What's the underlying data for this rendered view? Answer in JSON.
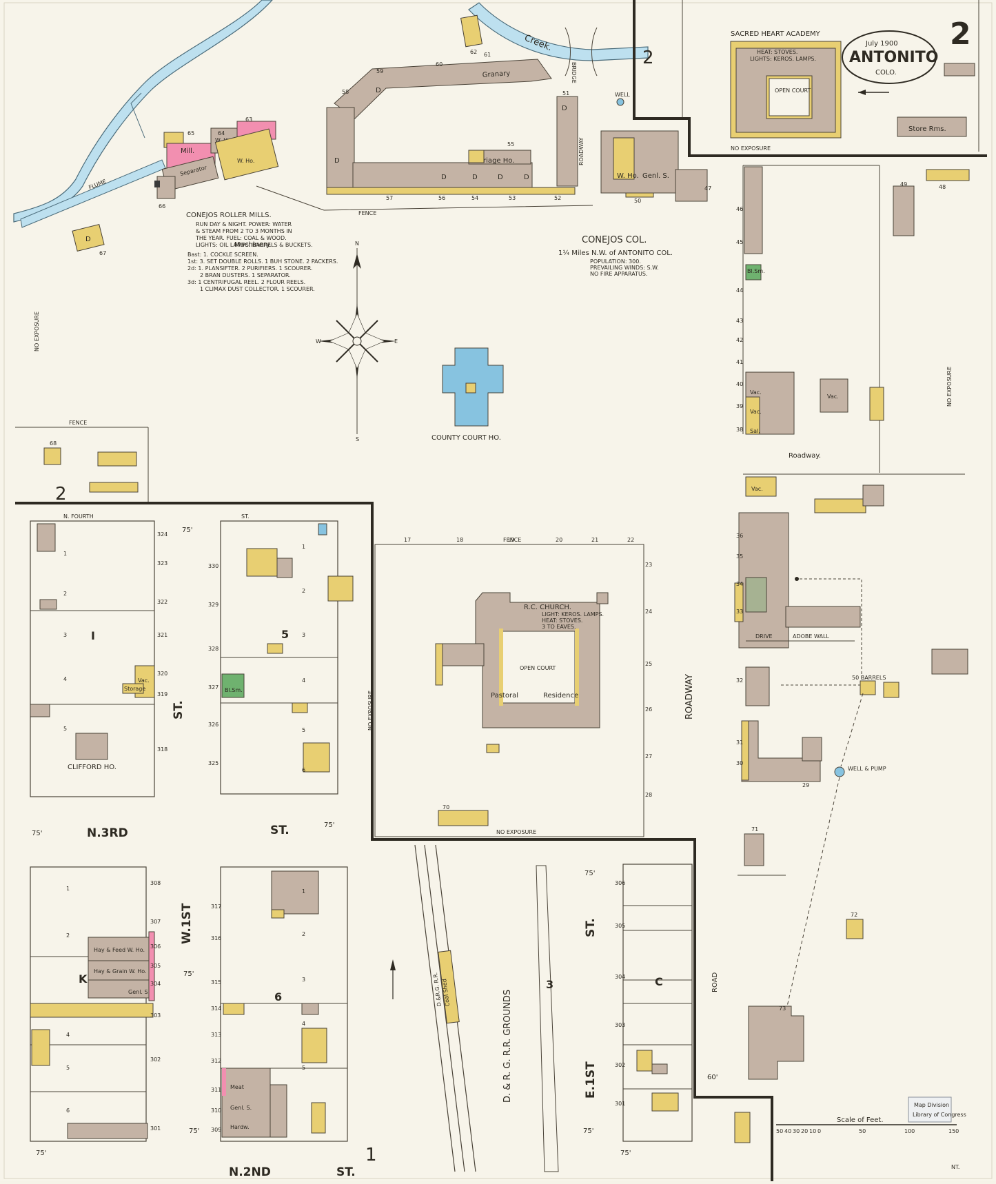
{
  "colors": {
    "paper": "#f7f4ea",
    "frame_brick": "#c4b3a5",
    "frame": "#e8cf72",
    "brick": "#f28fb0",
    "stone": "#87c3e0",
    "water": "#bde0ef",
    "outline": "#4a4338",
    "iron": "#6fb26f"
  },
  "header": {
    "date": "July 1900",
    "town": "ANTONITO",
    "state": "COLO.",
    "sheet_number": "2",
    "academy": "SACRED HEART ACADEMY"
  },
  "labels": {
    "creek": "Creek.",
    "bridge": "BRIDGE",
    "flume": "FLUME",
    "mills": "CONEJOS ROLLER MILLS.",
    "mills_notes": [
      "RUN DAY & NIGHT. POWER: WATER",
      "& STEAM FROM 2 TO 3 MONTHS IN",
      "THE YEAR. FUEL: COAL & WOOD.",
      "LIGHTS: OIL LAMPS. BARRELS & BUCKETS."
    ],
    "machinery": "Machinery.",
    "machinery_list": [
      "Bast: 1. COCKLE SCREEN.",
      "1st: 3. SET DOUBLE ROLLS. 1 BUH STONE. 2 PACKERS.",
      "2d: 1. PLANSIFTER. 2 PURIFIERS. 1 SCOURER.",
      "2 BRAN DUSTERS. 1 SEPARATOR.",
      "3d: 1 CENTRIFUGAL REEL. 2 FLOUR REELS.",
      "1 CLIMAX DUST COLLECTOR. 1 SCOURER."
    ],
    "conejos": "CONEJOS COL.",
    "conejos_sub": "1¼ Miles N.W. of ANTONITO COL.",
    "conejos_notes": [
      "POPULATION: 300.",
      "PREVAILING WINDS: S.W.",
      "NO FIRE APPARATUS."
    ],
    "granary": "Granary",
    "carriage_ho": "Carriage Ho.",
    "genl_s": "Genl. S.",
    "w_ho": "W. Ho.",
    "mill": "Mill.",
    "separator": "Separator",
    "court_ho": "COUNTY COURT HO.",
    "church": "R.C. CHURCH.",
    "church_notes": [
      "LIGHT: KEROS. LAMPS.",
      "HEAT: STOVES.",
      "3 TO EAVES."
    ],
    "open_court": "OPEN COURT",
    "pastoral": "Pastoral",
    "residence": "Residence",
    "clifford": "CLIFFORD HO.",
    "store_rms": "Store Rms.",
    "roadway": "Roadway.",
    "roadway_v": "ROADWAY",
    "fence": "FENCE",
    "no_exposure": "NO EXPOSURE",
    "n_fourth": "N. FOURTH",
    "st": "ST.",
    "n_3rd": "N.3RD",
    "n_2nd": "N.2ND",
    "w_1st": "W.1ST",
    "e_1st": "E.1ST",
    "coal_shed": "Coal Shed",
    "drg_grounds": "D. & R. G. R.R. GROUNDS",
    "drg_rr": "D.&R.G. R.R.",
    "road": "ROAD",
    "hay_feed": "Hay & Feed W. Ho.",
    "hay_grain": "Hay & Grain W. Ho.",
    "meat": "Meat",
    "hardw": "Hardw.",
    "storage": "Storage",
    "vac": "Vac.",
    "sal": "Sal.",
    "bl_sm": "Bl.Sm.",
    "open_court_academy": "OPEN COURT",
    "academy_notes": [
      "HEAT: STOVES.",
      "LIGHTS: KEROS. LAMPS."
    ],
    "well": "WELL",
    "well_pump": "WELL & PUMP",
    "barrels": "50 BARRELS",
    "drive": "DRIVE",
    "adobe_wall": "ADOBE WALL",
    "scale": "Scale of Feet.",
    "scale_ticks": [
      "50",
      "40",
      "30",
      "20",
      "10",
      "0",
      "50",
      "100",
      "150"
    ],
    "stamp": [
      "Map Division",
      "Library of Congress"
    ],
    "compass": {
      "n": "N",
      "s": "S",
      "e": "E",
      "w": "W"
    },
    "dims": {
      "d75": "75'",
      "d60": "60'"
    },
    "nt": "NT."
  },
  "blocks": [
    {
      "id": "I",
      "label": "I"
    },
    {
      "id": "5",
      "label": "5"
    },
    {
      "id": "K",
      "label": "K"
    },
    {
      "id": "6",
      "label": "6"
    },
    {
      "id": "3",
      "label": "3"
    },
    {
      "id": "C",
      "label": "C"
    }
  ],
  "sheet_refs": {
    "top": "2",
    "left": "2",
    "bottom": "1"
  },
  "lot_numbers": [
    "1",
    "2",
    "3",
    "4",
    "5",
    "6"
  ],
  "house_numbers": {
    "block_i": [
      "324",
      "323",
      "322",
      "321",
      "320",
      "319",
      "318"
    ],
    "block_5": [
      "330",
      "329",
      "328",
      "327",
      "326",
      "325"
    ],
    "block_k": [
      "308",
      "307",
      "306",
      "305",
      "304",
      "303",
      "302",
      "301"
    ],
    "block_6": [
      "317",
      "316",
      "315",
      "314",
      "313",
      "312",
      "311",
      "310",
      "309"
    ],
    "block_c": [
      "306",
      "305",
      "304",
      "303",
      "302",
      "301"
    ],
    "east": [
      "46",
      "45",
      "44",
      "43",
      "42",
      "41",
      "40",
      "39",
      "38",
      "36",
      "35",
      "34",
      "33",
      "32",
      "31",
      "30"
    ],
    "mills_area": [
      "59",
      "60",
      "61",
      "62",
      "63",
      "64",
      "65",
      "66",
      "67",
      "68",
      "58",
      "57",
      "56",
      "55",
      "54",
      "53",
      "52",
      "51",
      "50",
      "49",
      "48",
      "47"
    ],
    "church_area": [
      "17",
      "18",
      "19",
      "20",
      "21",
      "22",
      "23",
      "24",
      "25",
      "26",
      "27",
      "28",
      "29",
      "70",
      "71",
      "72",
      "73"
    ]
  }
}
